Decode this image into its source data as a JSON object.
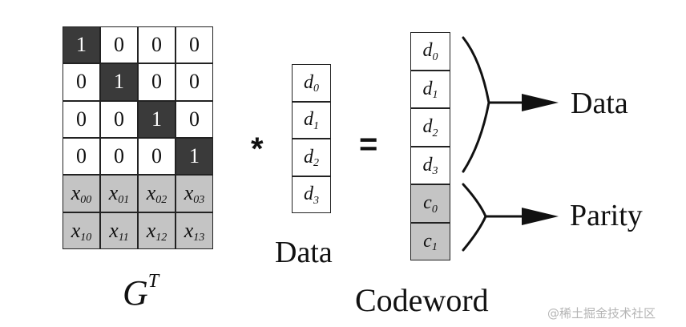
{
  "matrix": {
    "label_base": "G",
    "label_sup": "T",
    "rows": [
      [
        {
          "t": "1",
          "kind": "diag"
        },
        {
          "t": "0",
          "kind": "n"
        },
        {
          "t": "0",
          "kind": "n"
        },
        {
          "t": "0",
          "kind": "n"
        }
      ],
      [
        {
          "t": "0",
          "kind": "n"
        },
        {
          "t": "1",
          "kind": "diag"
        },
        {
          "t": "0",
          "kind": "n"
        },
        {
          "t": "0",
          "kind": "n"
        }
      ],
      [
        {
          "t": "0",
          "kind": "n"
        },
        {
          "t": "0",
          "kind": "n"
        },
        {
          "t": "1",
          "kind": "diag"
        },
        {
          "t": "0",
          "kind": "n"
        }
      ],
      [
        {
          "t": "0",
          "kind": "n"
        },
        {
          "t": "0",
          "kind": "n"
        },
        {
          "t": "0",
          "kind": "n"
        },
        {
          "t": "1",
          "kind": "diag"
        }
      ],
      [
        {
          "t": "x",
          "s": "00",
          "kind": "par"
        },
        {
          "t": "x",
          "s": "01",
          "kind": "par"
        },
        {
          "t": "x",
          "s": "02",
          "kind": "par"
        },
        {
          "t": "x",
          "s": "03",
          "kind": "par"
        }
      ],
      [
        {
          "t": "x",
          "s": "10",
          "kind": "par"
        },
        {
          "t": "x",
          "s": "11",
          "kind": "par"
        },
        {
          "t": "x",
          "s": "12",
          "kind": "par"
        },
        {
          "t": "x",
          "s": "13",
          "kind": "par"
        }
      ]
    ]
  },
  "operators": {
    "multiply": "*",
    "equals": "="
  },
  "data_vector": {
    "label": "Data",
    "items": [
      {
        "t": "d",
        "s": "0"
      },
      {
        "t": "d",
        "s": "1"
      },
      {
        "t": "d",
        "s": "2"
      },
      {
        "t": "d",
        "s": "3"
      }
    ]
  },
  "codeword_vector": {
    "label": "Codeword",
    "items": [
      {
        "t": "d",
        "s": "0",
        "kind": "n"
      },
      {
        "t": "d",
        "s": "1",
        "kind": "n"
      },
      {
        "t": "d",
        "s": "2",
        "kind": "n"
      },
      {
        "t": "d",
        "s": "3",
        "kind": "n"
      },
      {
        "t": "c",
        "s": "0",
        "kind": "par"
      },
      {
        "t": "c",
        "s": "1",
        "kind": "par"
      }
    ]
  },
  "outputs": {
    "data_label": "Data",
    "parity_label": "Parity"
  },
  "watermark": "@稀土掘金技术社区",
  "colors": {
    "diagonal": "#3a3a3a",
    "parity_fill": "#c4c4c4",
    "stroke": "#111111"
  }
}
